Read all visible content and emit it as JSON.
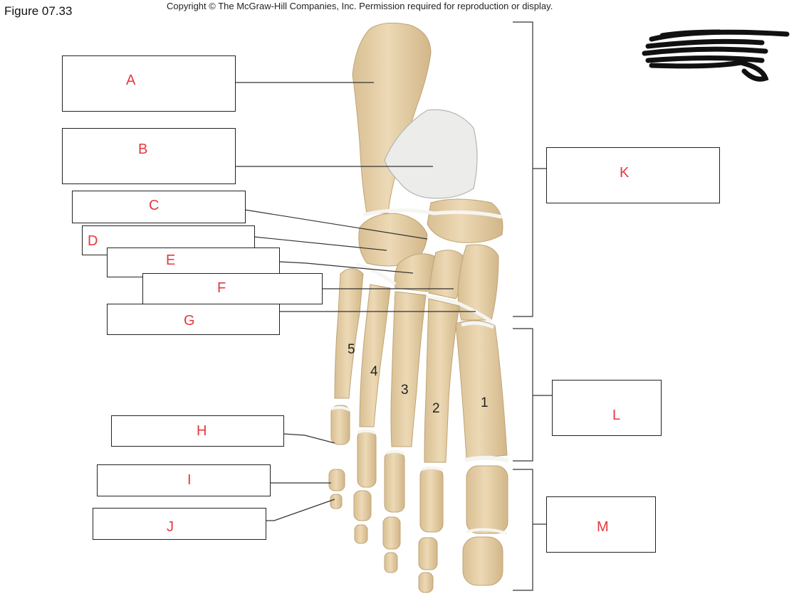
{
  "header": {
    "figure": "Figure 07.33",
    "copyright": "Copyright © The McGraw-Hill Companies, Inc. Permission required for reproduction or display."
  },
  "labels": {
    "a": "A",
    "b": "B",
    "c": "C",
    "d": "D",
    "e": "E",
    "f": "F",
    "g": "G",
    "h": "H",
    "i": "I",
    "j": "J",
    "k": "K",
    "l": "L",
    "m": "M"
  },
  "digits": {
    "d1": "1",
    "d2": "2",
    "d3": "3",
    "d4": "4",
    "d5": "5"
  },
  "colors": {
    "bone": "#e8d4ae",
    "bone_shadow": "#cdb387",
    "joint": "#f4f4f2",
    "label_text": "#e4393c"
  }
}
